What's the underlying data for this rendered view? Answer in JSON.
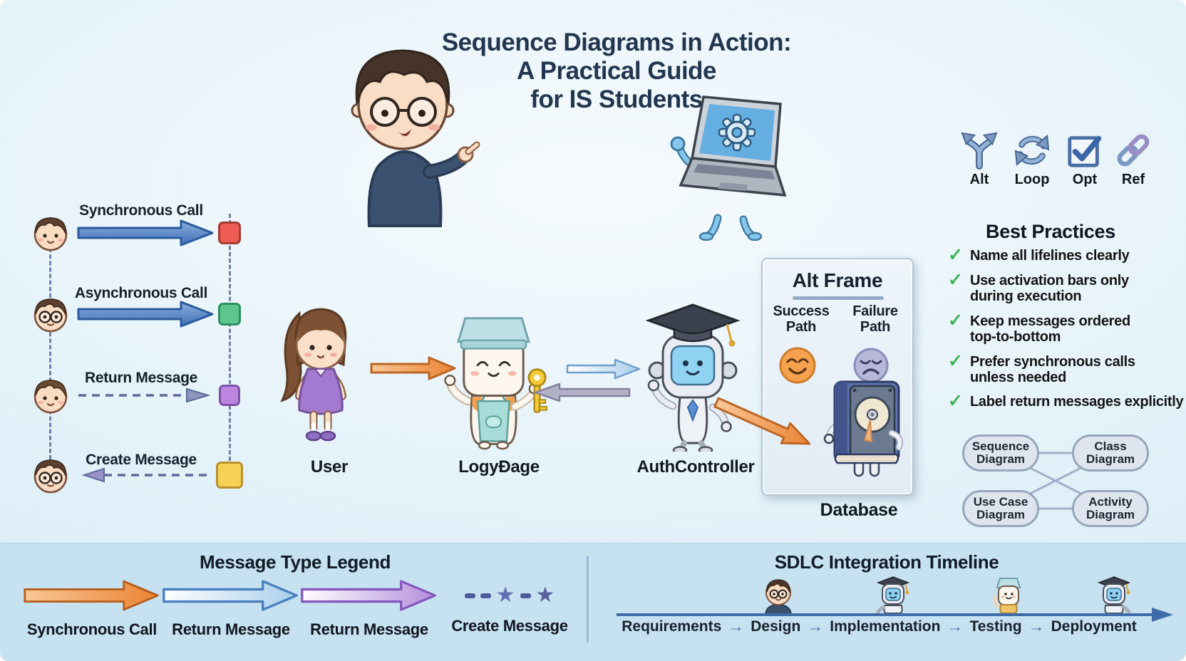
{
  "title": {
    "line1": "Sequence Diagrams in Action:",
    "line2": "A Practical Guide",
    "line3": "for IS Students"
  },
  "fragment_icons": {
    "items": [
      {
        "label": "Alt",
        "icon": "branch-arrows-icon"
      },
      {
        "label": "Loop",
        "icon": "circular-arrows-icon"
      },
      {
        "label": "Opt",
        "icon": "checkbox-icon"
      },
      {
        "label": "Ref",
        "icon": "chain-link-icon"
      }
    ]
  },
  "best_practices": {
    "heading": "Best Practices",
    "items": [
      "Name all lifelines clearly",
      "Use activation bars only during execution",
      "Keep messages ordered top-to-bottom",
      "Prefer synchronous calls unless needed",
      "Label return messages explicitly"
    ]
  },
  "message_types": {
    "rows": [
      {
        "label": "Synchronous Call",
        "arrow_style": "solid",
        "direction": "right",
        "marker_color": "#ee5d55"
      },
      {
        "label": "Asynchronous Call",
        "arrow_style": "solid",
        "direction": "right",
        "marker_color": "#5cc68c"
      },
      {
        "label": "Return Message",
        "arrow_style": "dashed",
        "direction": "right",
        "marker_color": "#bb85e0"
      },
      {
        "label": "Create Message",
        "arrow_style": "dashed",
        "direction": "left",
        "marker_color": "#f6d158"
      }
    ]
  },
  "sequence": {
    "actors": [
      {
        "name": "User"
      },
      {
        "name": "LogyÐage"
      },
      {
        "name": "AuthController"
      },
      {
        "name": "Database"
      }
    ],
    "alt_frame": {
      "title": "Alt Frame",
      "success_label": "Success Path",
      "failure_label": "Failure Path"
    }
  },
  "diagram_map": {
    "nodes": [
      {
        "label": "Sequence Diagram"
      },
      {
        "label": "Class Diagram"
      },
      {
        "label": "Use Case Diagram"
      },
      {
        "label": "Activity Diagram"
      }
    ]
  },
  "legend": {
    "heading": "Message Type Legend",
    "items": [
      {
        "label": "Synchronous Call",
        "arrow": "orange-solid"
      },
      {
        "label": "Return Message",
        "arrow": "blue-outline"
      },
      {
        "label": "Return Message",
        "arrow": "purple-gradient"
      },
      {
        "label": "Create Message",
        "arrow": "dash-star"
      }
    ]
  },
  "sdlc": {
    "heading": "SDLC Integration Timeline",
    "stages": [
      {
        "label": "Requirements"
      },
      {
        "label": "Design"
      },
      {
        "label": "Implementation"
      },
      {
        "label": "Testing"
      },
      {
        "label": "Deployment"
      }
    ],
    "arrow_glyph": "→"
  },
  "colors": {
    "background_top": "#f5fafd",
    "background_edge": "#d3e9f4",
    "band_blue": "#c6e1f0",
    "title_navy": "#22364f",
    "check_green": "#3db457",
    "sync_orange": "#ec8435",
    "call_blue": "#4273b8",
    "return_slate": "#5c6b99",
    "success_face": "#f6a14d",
    "failure_face": "#b7b7da"
  }
}
